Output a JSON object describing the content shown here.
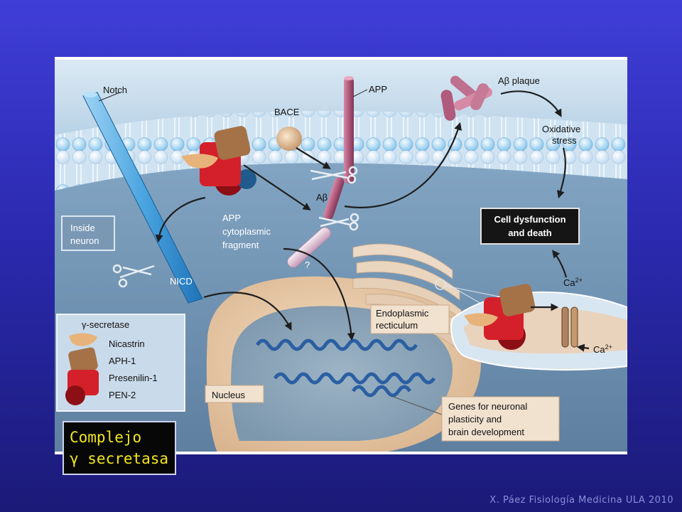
{
  "membrane_labels": {
    "notch": "Notch",
    "app": "APP",
    "abeta_plaque": "Aβ plaque",
    "bace": "BACE",
    "oxidative": "Oxidative",
    "stress": "stress",
    "abeta": "Aβ",
    "cell_dysfunction_1": "Cell dysfunction",
    "cell_dysfunction_2": "and death",
    "inside_1": "Inside",
    "inside_2": "neuron",
    "app_frag_1": "APP",
    "app_frag_2": "cytoplasmic",
    "app_frag_3": "fragment",
    "question": "?",
    "nicd": "NICD",
    "er_1": "Endoplasmic",
    "er_2": "recticulum",
    "ca_top": "Ca",
    "ca_top_sup": "2+",
    "ca_bottom": "Ca",
    "ca_bottom_sup": "2+",
    "nucleus": "Nucleus",
    "genes_1": "Genes for neuronal",
    "genes_2": "plasticity and",
    "genes_3": "brain development"
  },
  "legend": {
    "title": "γ-secretase",
    "items": [
      "Nicastrin",
      "APH-1",
      "Presenilin-1",
      "PEN-2"
    ]
  },
  "caption": {
    "line1": "Complejo",
    "line2": "γ secretasa"
  },
  "credit": "X. Páez Fisiología Medicina ULA 2010",
  "colors": {
    "background": "#3131c4",
    "caption_text": "#f3e61a",
    "presenilin": "#d4202a",
    "aph1": "#a57248",
    "nicastrin": "#e8b37a",
    "pen2": "#8c0f15",
    "notch": "#4aa5e0",
    "app": "#b05a7c"
  }
}
